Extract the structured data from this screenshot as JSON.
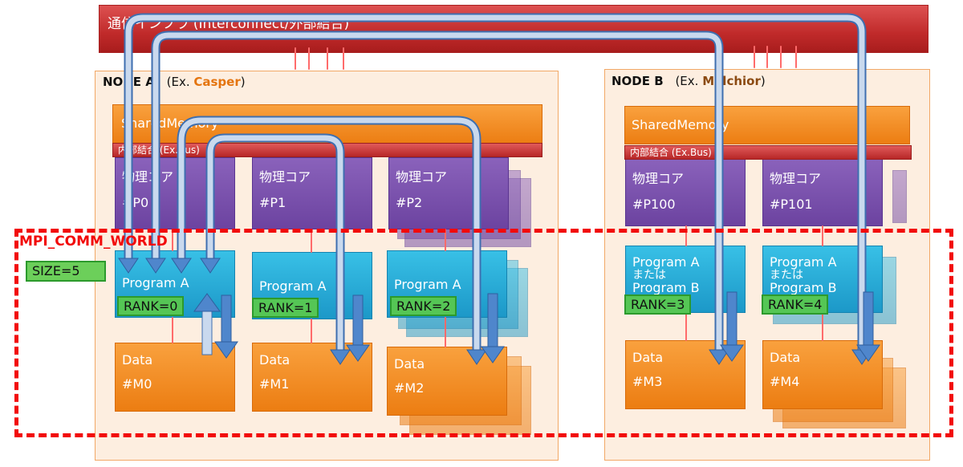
{
  "infra": {
    "label": "通信インフラ (Interconnect/外部結合)"
  },
  "nodes": {
    "a": {
      "name": "NODE A",
      "ex_prefix": "(Ex. ",
      "ex_name": "Casper",
      "ex_suffix": ")"
    },
    "b": {
      "name": "NODE B",
      "ex_prefix": "(Ex. ",
      "ex_name": "Melchior",
      "ex_suffix": ")"
    }
  },
  "shared_memory": {
    "label": "SharedMemory"
  },
  "bus": {
    "label": "内部結合 (Ex.Bus)"
  },
  "cores": [
    {
      "label": "物理コア",
      "id": "#P0"
    },
    {
      "label": "物理コア",
      "id": "#P1"
    },
    {
      "label": "物理コア",
      "id": "#P2"
    },
    {
      "label": "物理コア",
      "id": "#P100"
    },
    {
      "label": "物理コア",
      "id": "#P101"
    }
  ],
  "programs": [
    {
      "line1": "Program A"
    },
    {
      "line1": "Program A"
    },
    {
      "line1": "Program A"
    },
    {
      "line1": "Program A",
      "line2": "または",
      "line3": "Program B"
    },
    {
      "line1": "Program A",
      "line2": "または",
      "line3": "Program B"
    }
  ],
  "ranks": [
    "RANK=0",
    "RANK=1",
    "RANK=2",
    "RANK=3",
    "RANK=4"
  ],
  "data": [
    {
      "label": "Data",
      "id": "#M0"
    },
    {
      "label": "Data",
      "id": "#M1"
    },
    {
      "label": "Data",
      "id": "#M2"
    },
    {
      "label": "Data",
      "id": "#M3"
    },
    {
      "label": "Data",
      "id": "#M4"
    }
  ],
  "mpi": {
    "label": "MPI_COMM_WORLD",
    "size": "SIZE=5"
  },
  "colors": {
    "infra": "#c62e2e",
    "node_bg": "#fdeee0",
    "memory": "#f28c1f",
    "core": "#7a50ae",
    "program": "#2ab0dc",
    "rank": "#55c655",
    "mpi_border": "#f20a0a",
    "arrow": "#4f86cc"
  }
}
